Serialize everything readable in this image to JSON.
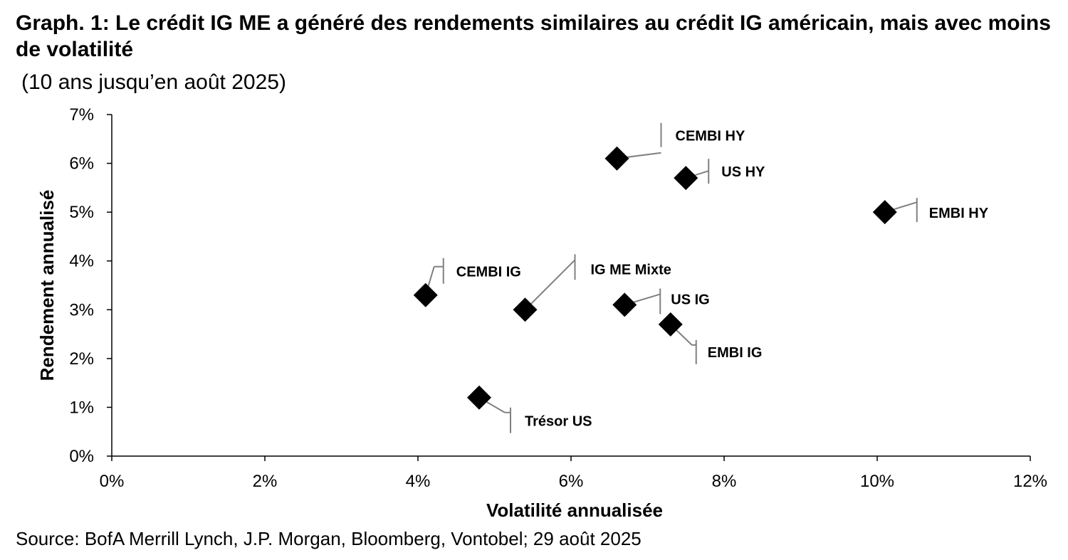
{
  "header": {
    "title": "Graph. 1: Le crédit IG ME a généré des rendements similaires au crédit IG américain, mais avec moins de volatilité",
    "subtitle": "(10 ans jusqu’en août 2025)"
  },
  "footer": {
    "source": "Source: BofA Merrill Lynch, J.P. Morgan, Bloomberg, Vontobel; 29 août 2025"
  },
  "chart_data": {
    "type": "scatter",
    "xlabel": "Volatilité annualisée",
    "ylabel": "Rendement annualisé",
    "xlim": [
      0,
      12
    ],
    "ylim": [
      0,
      7
    ],
    "x_ticks": [
      0,
      2,
      4,
      6,
      8,
      10,
      12
    ],
    "y_ticks": [
      0,
      1,
      2,
      3,
      4,
      5,
      6,
      7
    ],
    "tick_format": "percent",
    "grid": false,
    "marker": "diamond",
    "marker_color": "#000000",
    "leader_color": "#808080",
    "points": [
      {
        "label": "CEMBI HY",
        "x": 6.6,
        "y": 6.1
      },
      {
        "label": "US HY",
        "x": 7.5,
        "y": 5.7
      },
      {
        "label": "EMBI HY",
        "x": 10.1,
        "y": 5.0
      },
      {
        "label": "CEMBI IG",
        "x": 4.1,
        "y": 3.3
      },
      {
        "label": "IG ME Mixte",
        "x": 5.4,
        "y": 3.0
      },
      {
        "label": "US IG",
        "x": 6.7,
        "y": 3.1
      },
      {
        "label": "EMBI IG",
        "x": 7.3,
        "y": 2.7
      },
      {
        "label": "Trésor US",
        "x": 4.8,
        "y": 1.2
      }
    ]
  }
}
